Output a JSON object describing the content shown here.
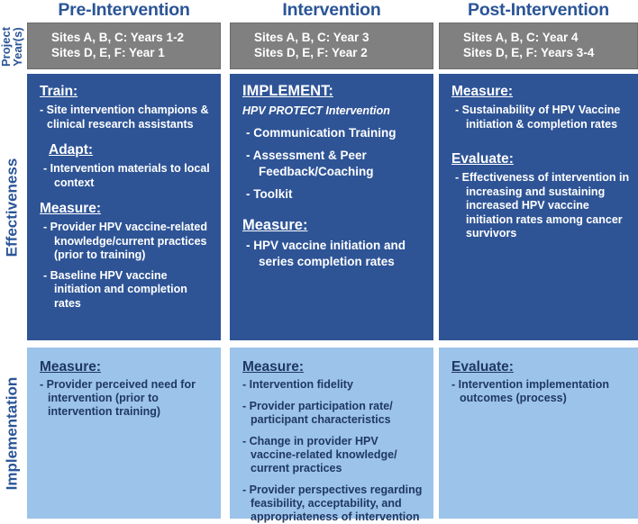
{
  "colors": {
    "accent_blue": "#2b5597",
    "panel_dark_blue": "#2e5496",
    "panel_light_blue": "#9cc3e9",
    "year_box_gray": "#808080",
    "light_panel_text": "#1f3864",
    "dark_panel_text": "#ffffff"
  },
  "columns": [
    {
      "title": "Pre-Intervention"
    },
    {
      "title": "Intervention"
    },
    {
      "title": "Post-Intervention"
    }
  ],
  "row_labels": {
    "project_years": "Project Year(s)",
    "effectiveness": "Effectiveness",
    "implementation": "Implementation"
  },
  "project_years": [
    {
      "line1": "Sites A, B, C: Years 1-2",
      "line2": "Sites D, E, F: Year 1"
    },
    {
      "line1": "Sites A, B, C: Year 3",
      "line2": "Sites D, E, F: Year 2"
    },
    {
      "line1": "Sites A, B, C: Year 4",
      "line2": "Sites D, E, F: Years 3-4"
    }
  ],
  "effectiveness": {
    "pre": {
      "train_heading": "Train:",
      "train_bullet": "- Site intervention champions & clinical research assistants",
      "adapt_heading": "Adapt:",
      "adapt_bullet": "- Intervention materials to local context",
      "measure_heading": "Measure:",
      "measure_bullet_1": "- Provider HPV vaccine-related knowledge/current practices (prior to training)",
      "measure_bullet_2": "- Baseline HPV vaccine initiation and completion rates"
    },
    "during": {
      "implement_heading": "IMPLEMENT:",
      "implement_subtitle": "HPV PROTECT Intervention",
      "bullet_1": "-  Communication Training",
      "bullet_2": "-  Assessment & Peer Feedback/Coaching",
      "bullet_3": "- Toolkit",
      "measure_heading": "Measure:",
      "measure_bullet_1": "-  HPV vaccine initiation and series completion rates"
    },
    "post": {
      "measure_heading": "Measure:",
      "measure_bullet_1": "- Sustainability of HPV Vaccine initiation & completion rates",
      "evaluate_heading": "Evaluate:",
      "evaluate_bullet_1": "- Effectiveness of intervention in increasing and sustaining increased HPV vaccine initiation rates among cancer survivors"
    }
  },
  "implementation": {
    "pre": {
      "measure_heading": "Measure:",
      "measure_bullet_1": "- Provider perceived need for intervention (prior to intervention training)"
    },
    "during": {
      "measure_heading": "Measure:",
      "measure_bullet_1": "-  Intervention fidelity",
      "measure_bullet_2": "-  Provider participation rate/ participant characteristics",
      "measure_bullet_3": "-  Change in provider HPV vaccine-related knowledge/ current practices",
      "measure_bullet_4": "-  Provider perspectives regarding feasibility, acceptability, and appropriateness of intervention"
    },
    "post": {
      "evaluate_heading": "Evaluate:",
      "evaluate_bullet_1": "- Intervention implementation outcomes (process)"
    }
  }
}
